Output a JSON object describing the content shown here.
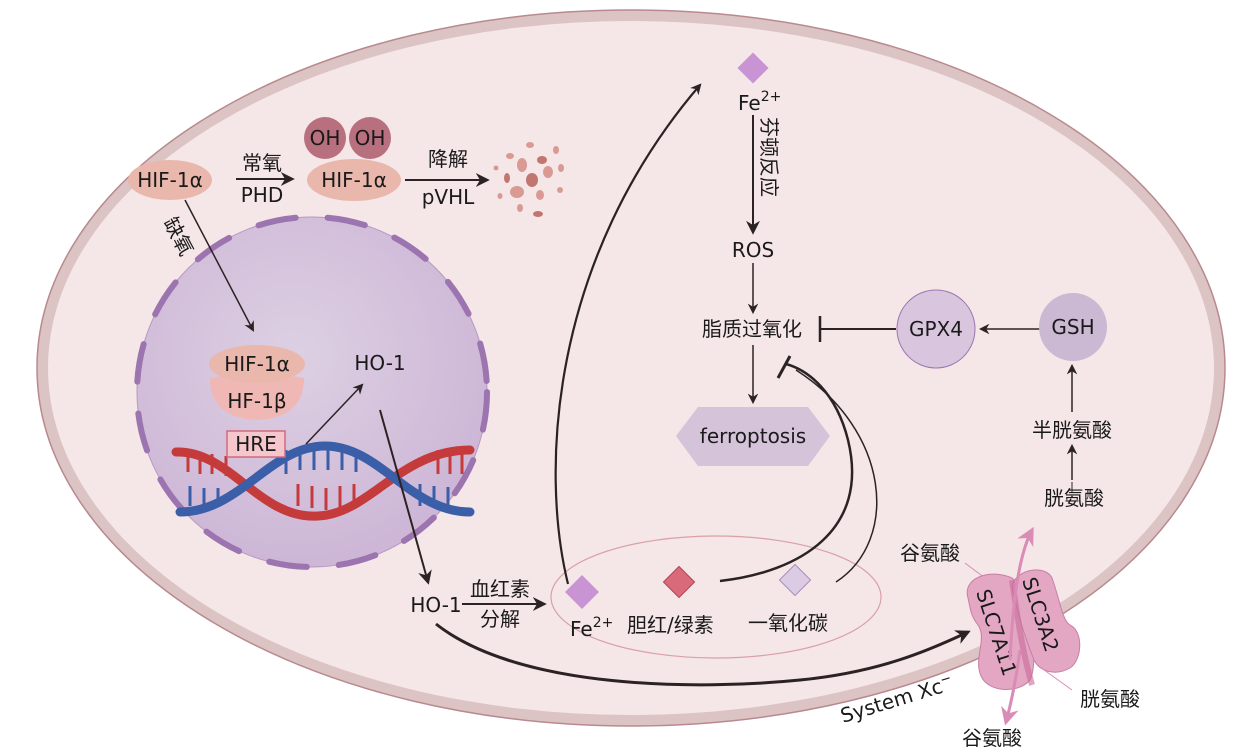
{
  "colors": {
    "cell_fill": "#f5e6e7",
    "cell_membrane": "#dcc3c4",
    "cell_membrane_edge": "#b88a8f",
    "nucleus_fill": "#d9c6de",
    "nucleus_envelope": "#9c74b0",
    "hif_fill": "#e9b7ab",
    "oh_fill": "#b86f7e",
    "hre_fill": "#f5c6cc",
    "hre_border": "#d06b7c",
    "fe_diamond": "#c894d4",
    "bilirubin_diamond": "#d96a7a",
    "co_diamond": "#dccbe4",
    "gpx4_fill": "#d9c6de",
    "gsh_fill": "#cbb8d2",
    "ferroptosis_fill": "#d5c3da",
    "transporter_fill": "#e3a7c3",
    "arrow": "#2b2323",
    "dna_red": "#c53a3a",
    "dna_blue": "#3b5ea8",
    "debris": "#d99a94"
  },
  "cytoplasm": {
    "hif1a_left": "HIF-1α",
    "normoxia_label": "常氧",
    "phd_label": "PHD",
    "oh_1": "OH",
    "oh_2": "OH",
    "hif1a_hydroxylated": "HIF-1α",
    "degradation_label": "降解",
    "pvhl_label": "pVHL",
    "hypoxia_label": "缺氧"
  },
  "nucleus": {
    "hif1a": "HIF-1α",
    "hif1b": "HF-1β",
    "hre": "HRE",
    "ho1_inner": "HO-1"
  },
  "heme": {
    "ho1_outer": "HO-1",
    "heme_label": "血红素",
    "decomposition_label": "分解",
    "fe_product": "Fe",
    "fe_product_sup": "2+",
    "bilirubin": "胆红/绿素",
    "co": "一氧化碳"
  },
  "ferroptosis_pathway": {
    "fe_top": "Fe",
    "fe_top_sup": "2+",
    "fenton_label": "芬顿反应",
    "ros": "ROS",
    "lipid_peroxidation": "脂质过氧化",
    "ferroptosis": "ferroptosis",
    "gpx4": "GPX4",
    "gsh": "GSH",
    "cysteine": "半胱氨酸",
    "cystine_inside": "胱氨酸"
  },
  "transporter": {
    "glutamate_inside": "谷氨酸",
    "slc3a2": "SLC3A2",
    "slc7a11": "SLC7A11",
    "system_xc": "System Xc",
    "system_xc_sup": "−",
    "cystine_outside": "胱氨酸",
    "glutamate_outside": "谷氨酸"
  }
}
